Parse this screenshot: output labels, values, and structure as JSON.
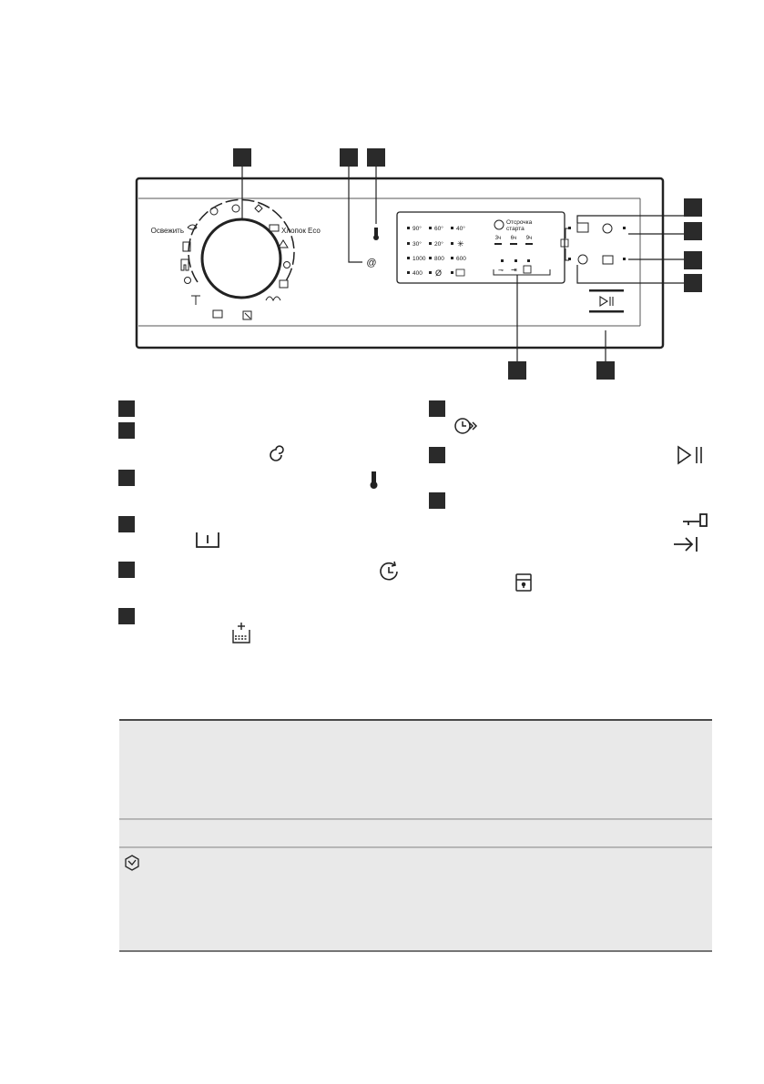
{
  "dial": {
    "left_label": "Освежить",
    "right_label": "Хлопок Eco"
  },
  "display": {
    "temps": [
      "90°",
      "60°",
      "40°",
      "30°",
      "20°"
    ],
    "speeds": [
      "1000",
      "800",
      "600",
      "400"
    ],
    "delay_title_line1": "Отсрочка",
    "delay_title_line2": "старта",
    "delay_hours": [
      "3ч",
      "6ч",
      "9ч"
    ]
  },
  "icons": {
    "dial_program": "prewash-icon",
    "spin": "spin-icon",
    "temperature": "thermometer-icon",
    "soak": "soak-icon",
    "delay": "delay-start-icon",
    "rinse_plus": "extra-rinse-icon",
    "time_manager": "time-saving-icon",
    "start_pause": "start-pause-icon",
    "key": "key-icon",
    "arrow": "arrow-end-icon",
    "child_lock": "child-lock-icon",
    "eco": "eco-icon"
  },
  "colors": {
    "badge": "#2a2a2a",
    "panel_line": "#222222",
    "table_bg": "#e9e9e9"
  }
}
